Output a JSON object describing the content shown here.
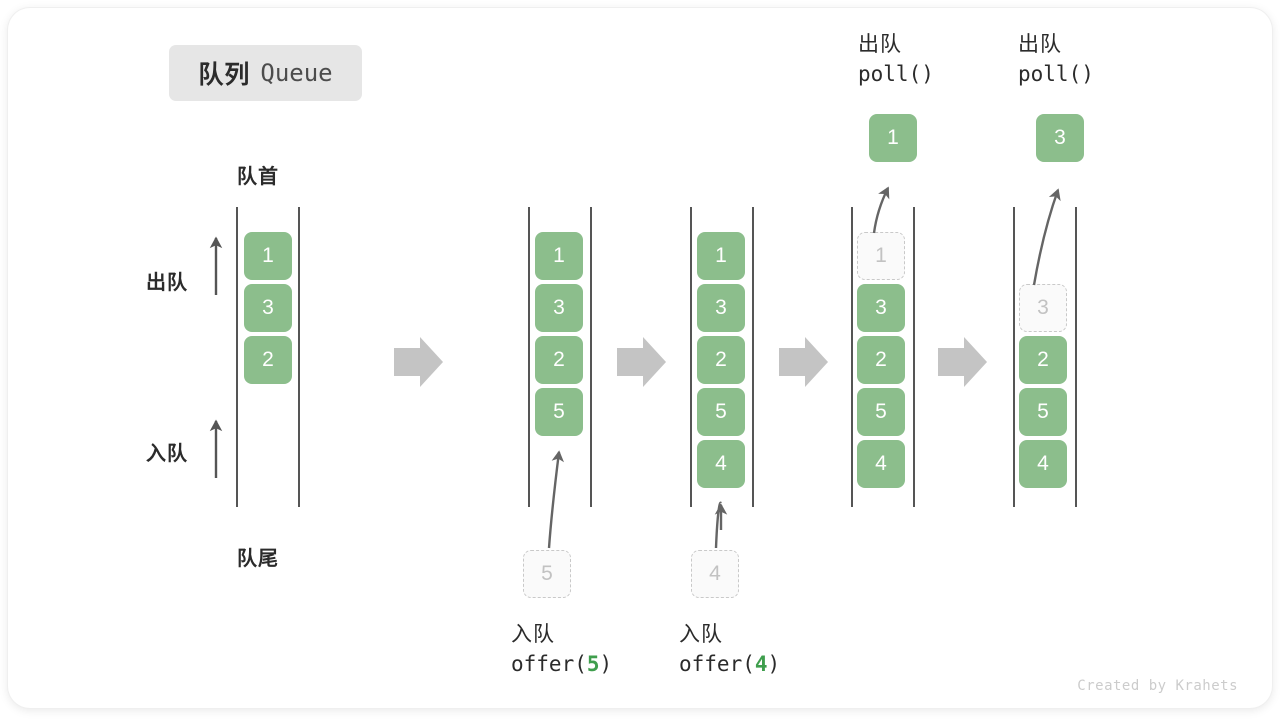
{
  "title": {
    "cn": "队列",
    "en": "Queue"
  },
  "labels": {
    "front": "队首",
    "rear": "队尾",
    "dequeue": "出队",
    "enqueue": "入队"
  },
  "captions": {
    "offer5": {
      "cn": "入队",
      "code_pre": "offer(",
      "code_num": "5",
      "code_post": ")"
    },
    "offer4": {
      "cn": "入队",
      "code_pre": "offer(",
      "code_num": "4",
      "code_post": ")"
    },
    "poll1": {
      "cn": "出队",
      "code": "poll()"
    },
    "poll2": {
      "cn": "出队",
      "code": "poll()"
    }
  },
  "popped": {
    "first": "1",
    "second": "3"
  },
  "columns": [
    {
      "name": "initial",
      "cells": [
        {
          "v": "1",
          "state": "filled"
        },
        {
          "v": "3",
          "state": "filled"
        },
        {
          "v": "2",
          "state": "filled"
        }
      ]
    },
    {
      "name": "after-offer-5",
      "cells": [
        {
          "v": "1",
          "state": "filled"
        },
        {
          "v": "3",
          "state": "filled"
        },
        {
          "v": "2",
          "state": "filled"
        },
        {
          "v": "5",
          "state": "filled"
        }
      ]
    },
    {
      "name": "after-offer-4",
      "cells": [
        {
          "v": "1",
          "state": "filled"
        },
        {
          "v": "3",
          "state": "filled"
        },
        {
          "v": "2",
          "state": "filled"
        },
        {
          "v": "5",
          "state": "filled"
        },
        {
          "v": "4",
          "state": "filled"
        }
      ]
    },
    {
      "name": "after-poll-1",
      "cells": [
        {
          "v": "1",
          "state": "ghost"
        },
        {
          "v": "3",
          "state": "filled"
        },
        {
          "v": "2",
          "state": "filled"
        },
        {
          "v": "5",
          "state": "filled"
        },
        {
          "v": "4",
          "state": "filled"
        }
      ]
    },
    {
      "name": "after-poll-3",
      "cells": [
        {
          "v": "3",
          "state": "ghost"
        },
        {
          "v": "2",
          "state": "filled"
        },
        {
          "v": "5",
          "state": "filled"
        },
        {
          "v": "4",
          "state": "filled"
        }
      ]
    }
  ],
  "incoming": {
    "five": "5",
    "four": "4"
  },
  "watermark": "Created by Krahets",
  "colors": {
    "cell_green": "#8cbe8c",
    "ghost_border": "#c9c9c9",
    "rail": "#555555",
    "step_arrow": "#c4c4c4",
    "accent_num": "#3f9e4d"
  }
}
